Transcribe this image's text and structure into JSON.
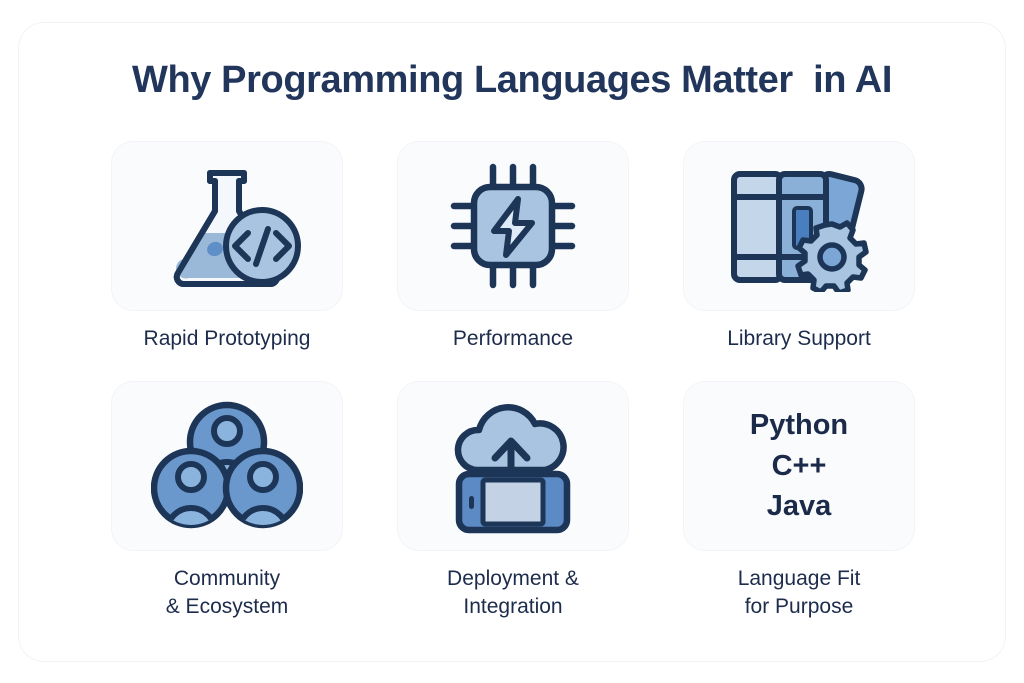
{
  "poster": {
    "title": "Why Programming Languages Matter  in AI",
    "background_color": "#ffffff",
    "frame_color": "#f1f3f7",
    "title_color": "#22365c",
    "label_color": "#1d2c4c",
    "card_background": "#fafbfd",
    "icon_stroke_color": "#1d3557",
    "icon_fill_light": "#c3d6ea",
    "icon_fill_mid": "#8ab0d8",
    "icon_fill_dark": "#5b8ac5"
  },
  "cards": [
    {
      "id": "rapid-prototyping",
      "label": "Rapid Prototyping",
      "icon": "flask-code-icon",
      "icon_parts": [
        "flask",
        "liquid",
        "bubbles",
        "code-circle"
      ]
    },
    {
      "id": "performance",
      "label": "Performance",
      "icon": "cpu-bolt-icon",
      "icon_parts": [
        "chip",
        "pins",
        "lightning-bolt"
      ]
    },
    {
      "id": "library-support",
      "label": "Library Support",
      "icon": "books-gear-icon",
      "icon_parts": [
        "book-left",
        "book-right",
        "book-tilted",
        "gear"
      ]
    },
    {
      "id": "community-ecosystem",
      "label": "Community\n& Ecosystem",
      "icon": "people-group-icon",
      "icon_parts": [
        "avatar-top",
        "avatar-left",
        "avatar-right"
      ]
    },
    {
      "id": "deployment-integration",
      "label": "Deployment &\nIntegration",
      "icon": "cloud-upload-device-icon",
      "icon_parts": [
        "cloud",
        "up-arrow",
        "tablet"
      ]
    },
    {
      "id": "language-fit",
      "label": "Language Fit\nfor Purpose",
      "icon": "language-list-text",
      "languages": [
        "Python",
        "C++",
        "Java"
      ]
    }
  ]
}
